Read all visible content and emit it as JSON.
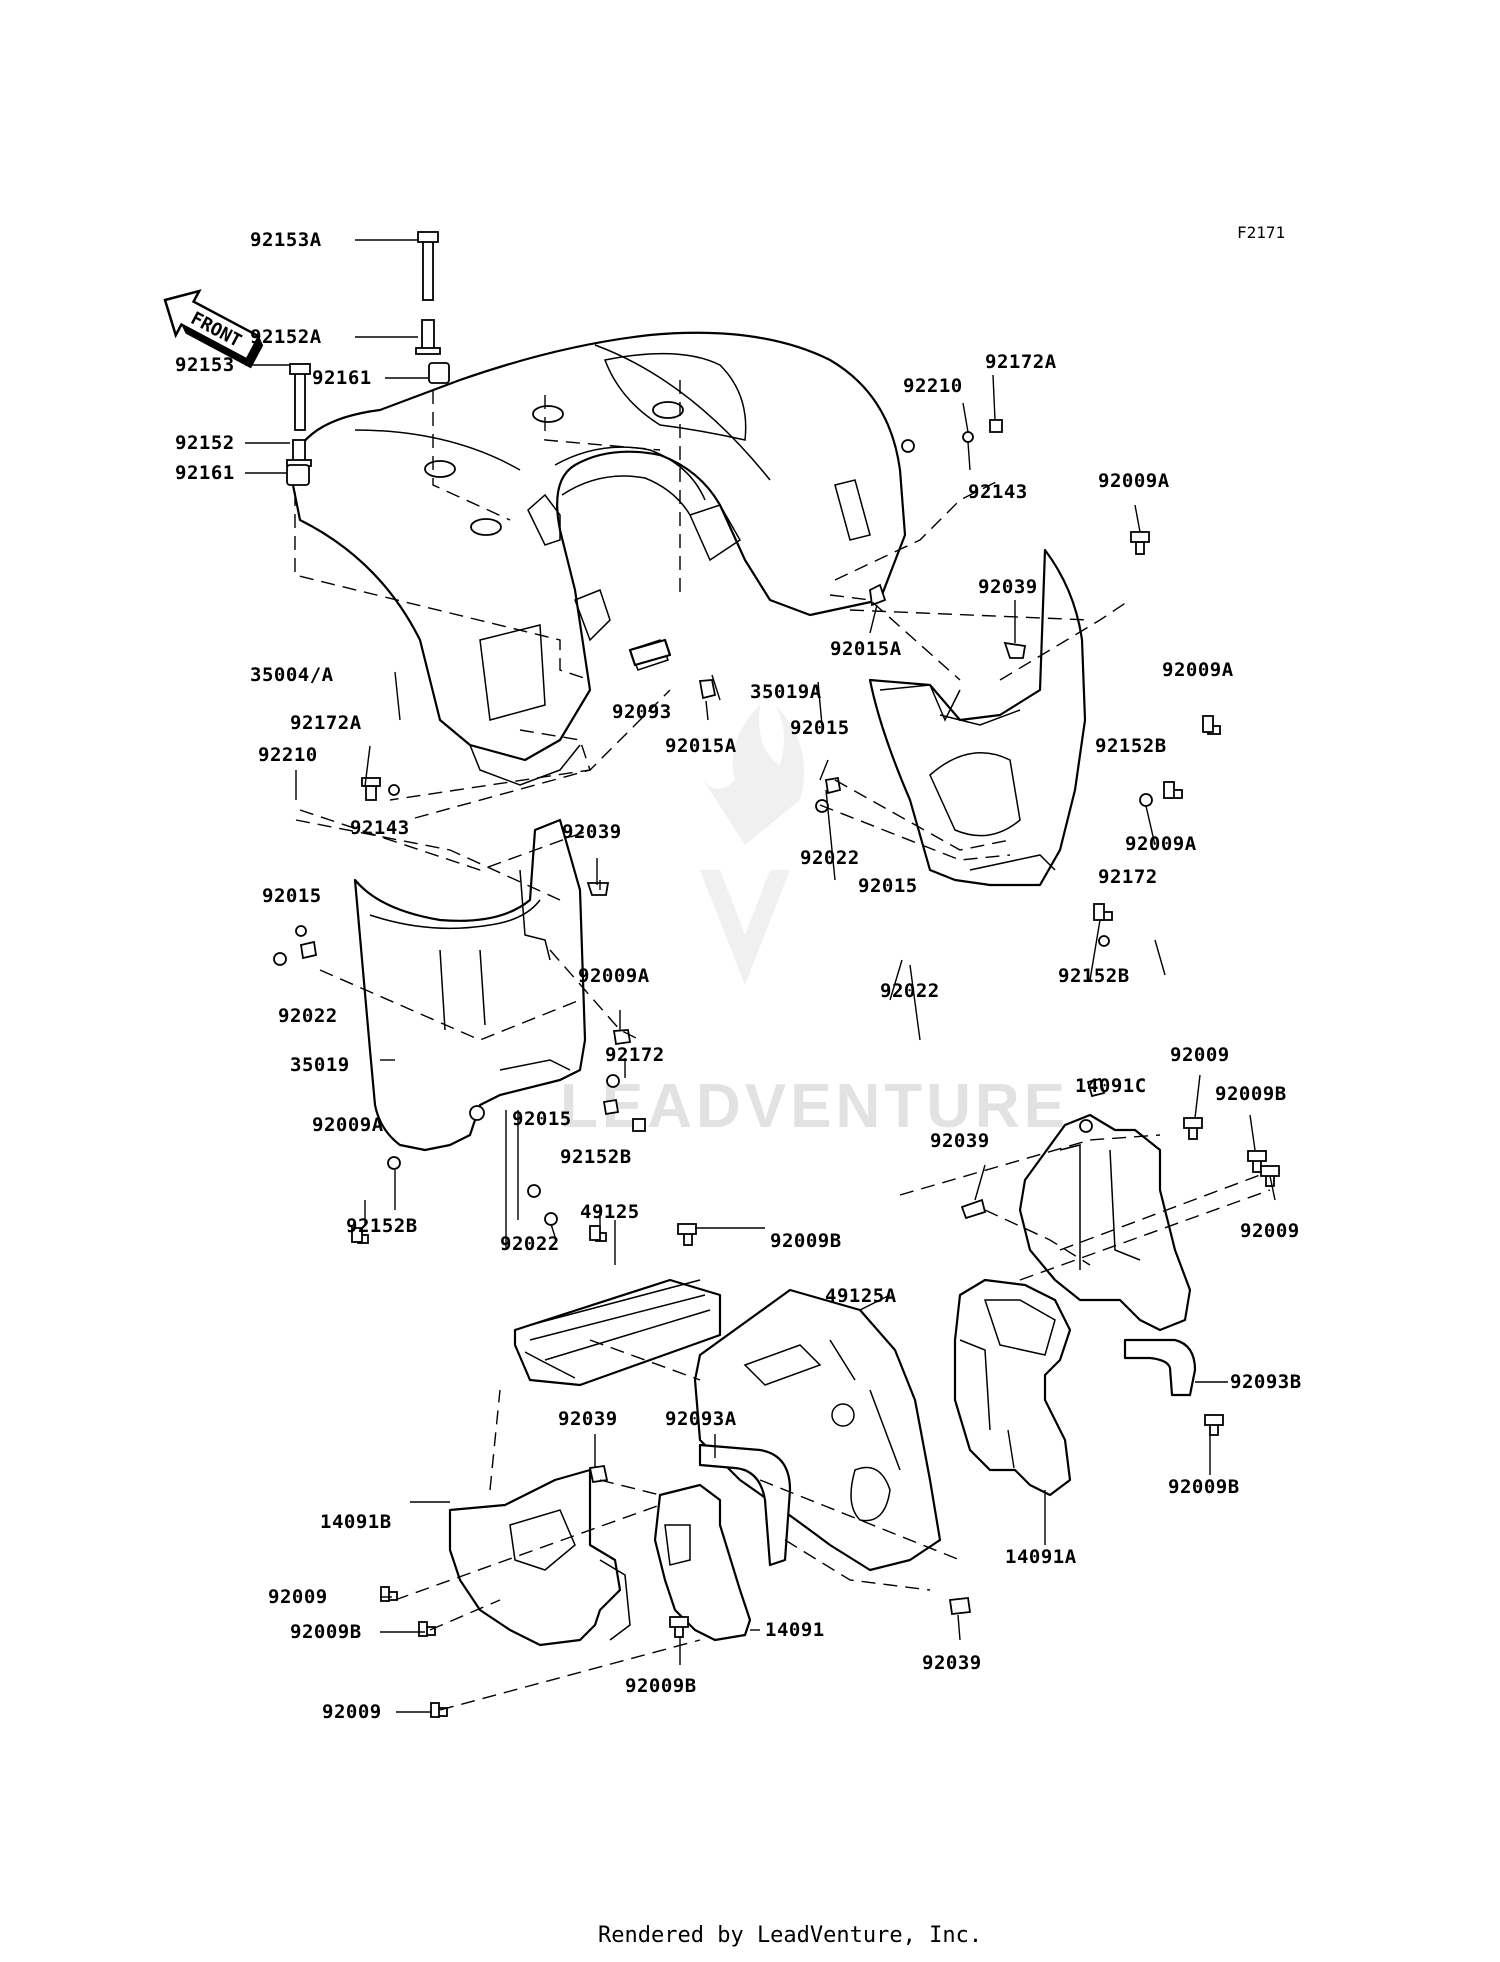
{
  "diagram_code": "F2171",
  "front_arrow_label": "FRONT",
  "watermark": "LEADVENTURE",
  "footer": "Rendered by LeadVenture, Inc.",
  "callouts": [
    "92153A",
    "92152A",
    "92153",
    "92161",
    "92152",
    "92161",
    "92210",
    "92172A",
    "92143",
    "92009A",
    "92039",
    "92015A",
    "35004/A",
    "92093",
    "92015A",
    "35019A",
    "92015",
    "92009A",
    "92172A",
    "92210",
    "92143",
    "92152B",
    "92009A",
    "92022",
    "92015",
    "92172",
    "92022",
    "92152B",
    "92039",
    "92015",
    "92009A",
    "92022",
    "35019",
    "92172",
    "92015",
    "92152B",
    "92009A",
    "92152B",
    "92022",
    "92009",
    "14091C",
    "92009B",
    "92039",
    "92009",
    "49125",
    "92009B",
    "49125A",
    "92093B",
    "92039",
    "92093A",
    "92009B",
    "14091B",
    "14091A",
    "92009",
    "92009B",
    "14091",
    "92039",
    "92009B",
    "92009"
  ]
}
